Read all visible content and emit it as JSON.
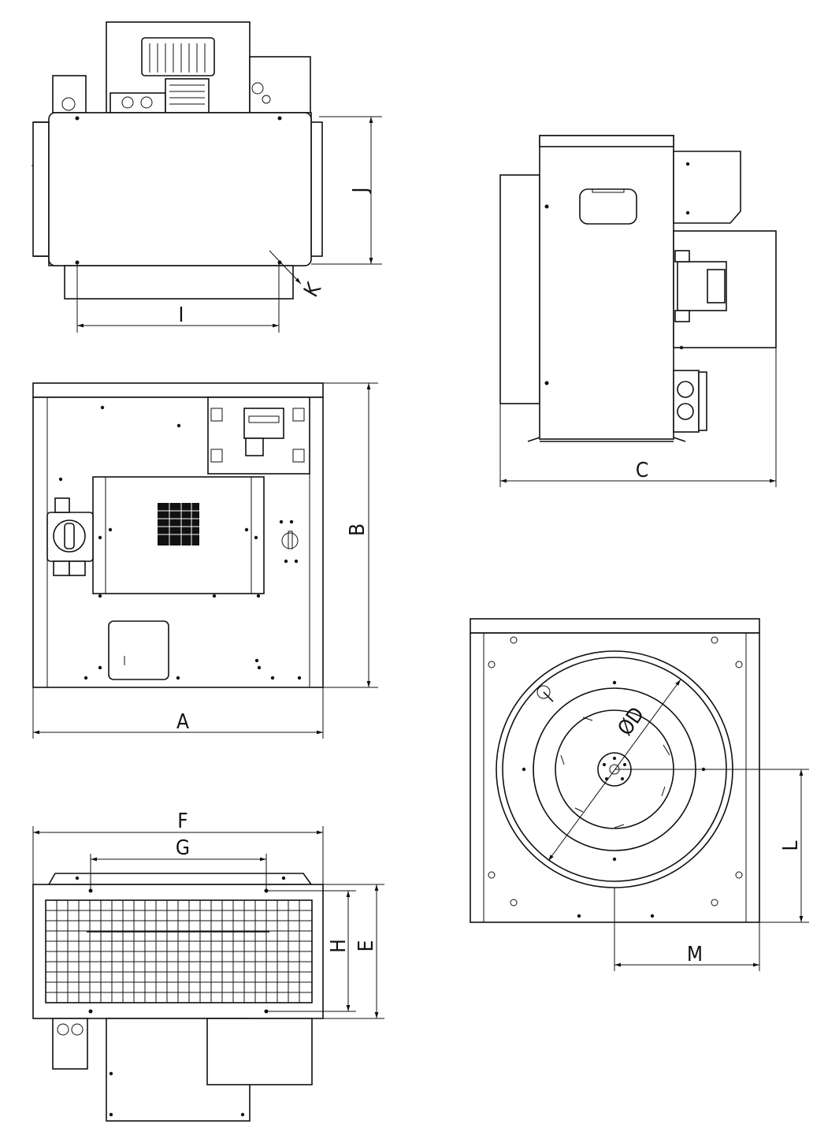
{
  "dimensions": {
    "a": "A",
    "b": "B",
    "c": "C",
    "e": "E",
    "f": "F",
    "g": "G",
    "h": "H",
    "i": "I",
    "j": "J",
    "k": "K",
    "l": "L",
    "m": "M",
    "d": "ØD"
  },
  "views": [
    "top-view",
    "front-view",
    "side-view",
    "bottom-view",
    "rear-view"
  ],
  "colors": {
    "line": "#111111",
    "background": "#ffffff"
  }
}
